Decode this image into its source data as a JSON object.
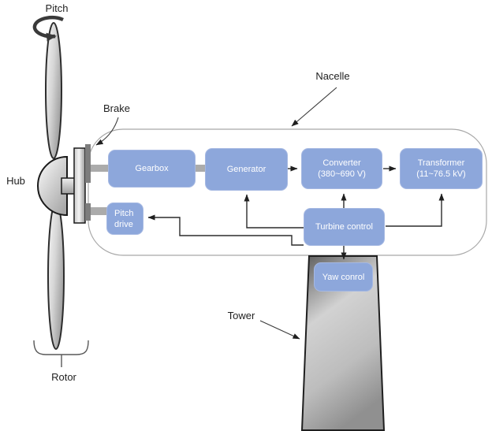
{
  "diagram": {
    "labels": {
      "pitch": "Pitch",
      "hub": "Hub",
      "brake": "Brake",
      "nacelle": "Nacelle",
      "tower": "Tower",
      "rotor": "Rotor"
    },
    "boxes": {
      "gearbox": {
        "label": "Gearbox"
      },
      "generator": {
        "label": "Generator"
      },
      "converter": {
        "label": "Converter",
        "sublabel": "(380~690 V)"
      },
      "transformer": {
        "label": "Transformer",
        "sublabel": "(11~76.5 kV)"
      },
      "pitch_drive": {
        "label": "Pitch drive"
      },
      "turbine_control": {
        "label": "Turbine control"
      },
      "yaw_control": {
        "label": "Yaw conrol"
      }
    },
    "colors": {
      "box_fill": "#8da7db",
      "box_border": "#a5b8e2",
      "box_text": "#ffffff",
      "arrow_line": "#2b2b2b",
      "nacelle_border": "#a8a8a8",
      "shaft_gray": "#ababab",
      "caliper_gray": "#7d7d7d"
    }
  }
}
